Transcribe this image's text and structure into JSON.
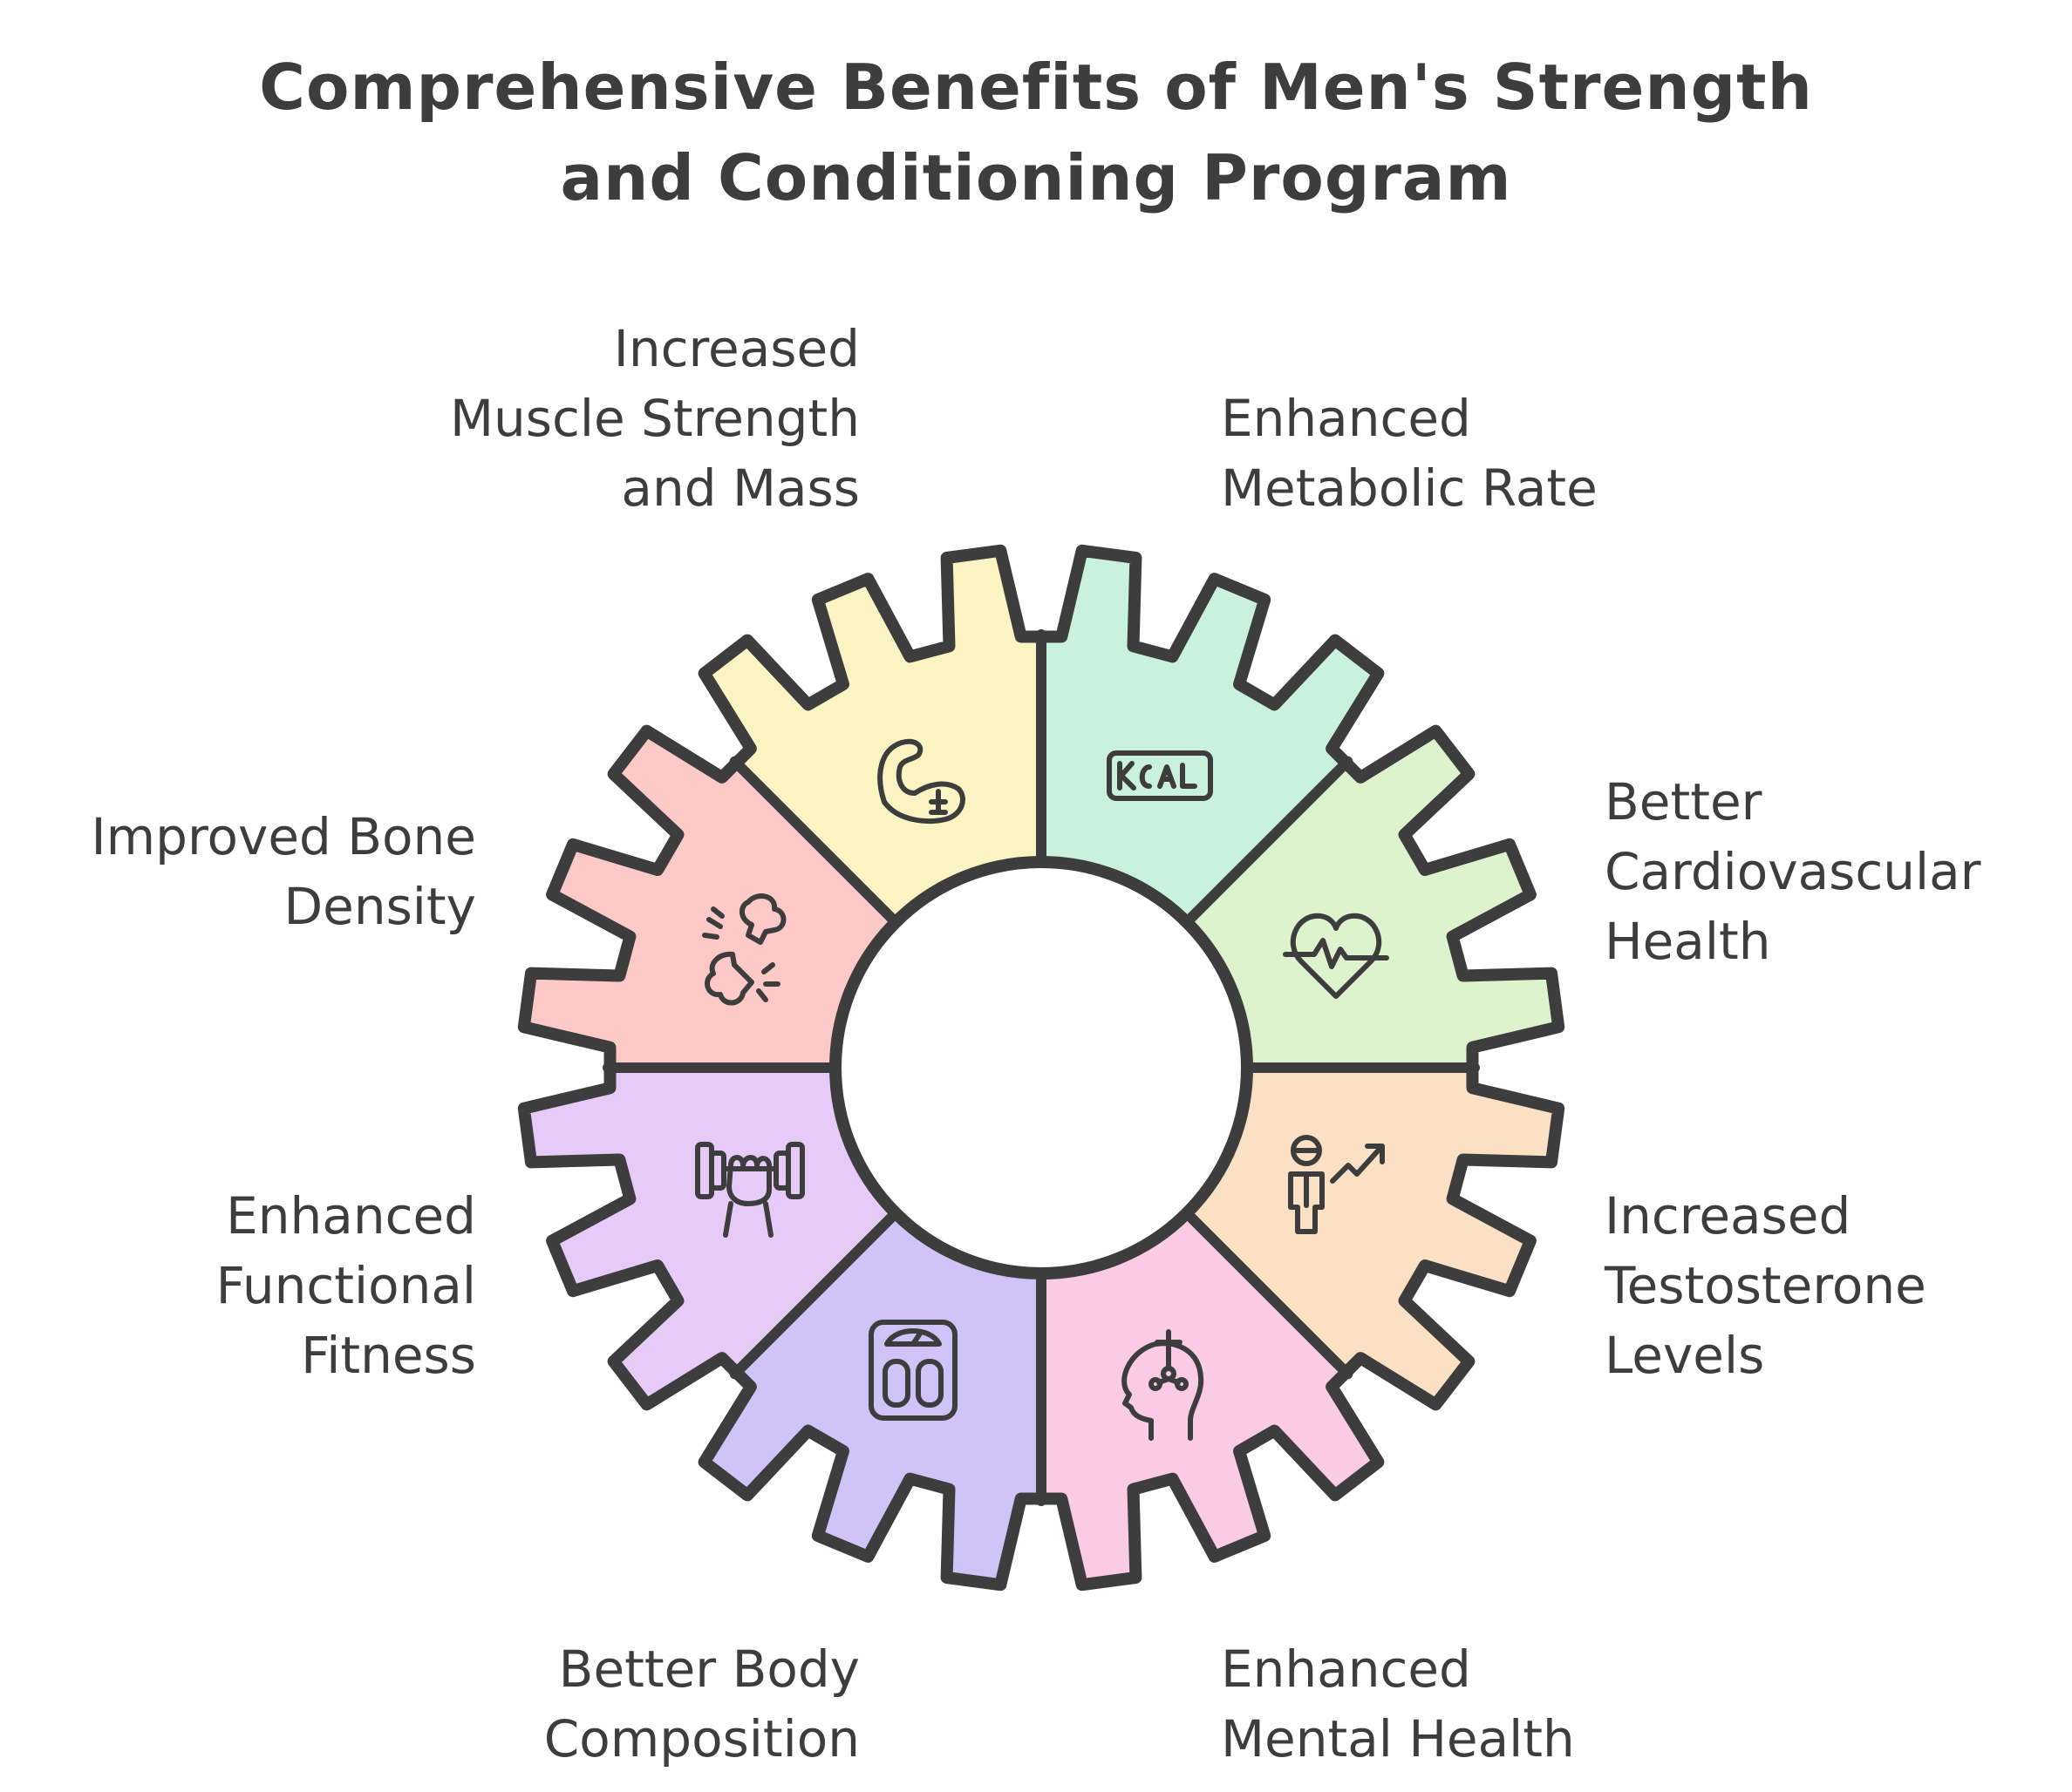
{
  "title": {
    "line1": "Comprehensive Benefits of Men's Strength",
    "line2": "and Conditioning Program"
  },
  "segments": [
    {
      "label": [
        "Increased",
        "Muscle Strength",
        "and Mass"
      ],
      "icon": "flexed-bicep-icon",
      "color": "#c9f2dc"
    },
    {
      "label": [
        "Enhanced",
        "Metabolic Rate"
      ],
      "icon": "kcal-icon",
      "color": "#dcf3cd"
    },
    {
      "label": [
        "Better",
        "Cardiovascular",
        "Health"
      ],
      "icon": "heart-pulse-icon",
      "color": "#fbe0c4"
    },
    {
      "label": [
        "Increased",
        "Testosterone",
        "Levels"
      ],
      "icon": "person-trend-up-icon",
      "color": "#fbcbe6"
    },
    {
      "label": [
        "Enhanced",
        "Mental Health"
      ],
      "icon": "head-brain-icon",
      "color": "#cfc4f7"
    },
    {
      "label": [
        "Better Body",
        "Composition"
      ],
      "icon": "body-scale-icon",
      "color": "#e6cbf8"
    },
    {
      "label": [
        "Enhanced",
        "Functional",
        "Fitness"
      ],
      "icon": "hand-dumbbell-icon",
      "color": "#fdc9c6"
    },
    {
      "label": [
        "Improved Bone",
        "Density"
      ],
      "icon": "broken-bone-icon",
      "color": "#fbf4c2"
    }
  ],
  "colors": {
    "stroke": "#3d3d3d",
    "background": "#ffffff"
  }
}
